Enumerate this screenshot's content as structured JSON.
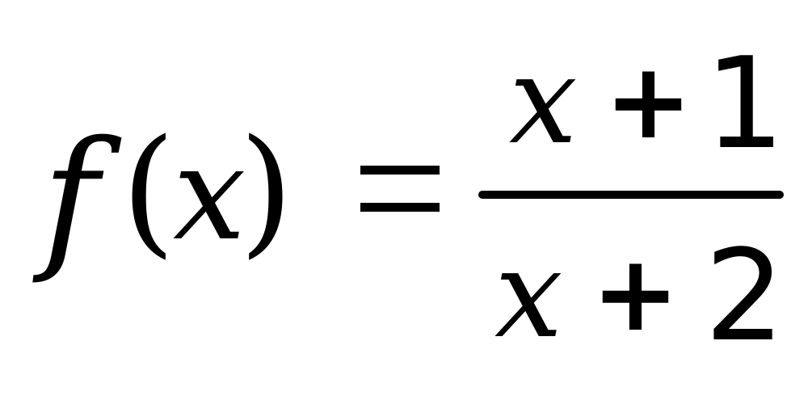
{
  "equation": {
    "lhs": {
      "function_name": "f",
      "open_paren": "(",
      "variable": "x",
      "close_paren": ")"
    },
    "relation": "=",
    "rhs": {
      "numerator": {
        "variable": "x",
        "operator": "+",
        "constant": "1"
      },
      "denominator": {
        "variable": "x",
        "operator": "+",
        "constant": "2"
      }
    }
  },
  "colors": {
    "ink": "#000000",
    "background": "#ffffff"
  }
}
